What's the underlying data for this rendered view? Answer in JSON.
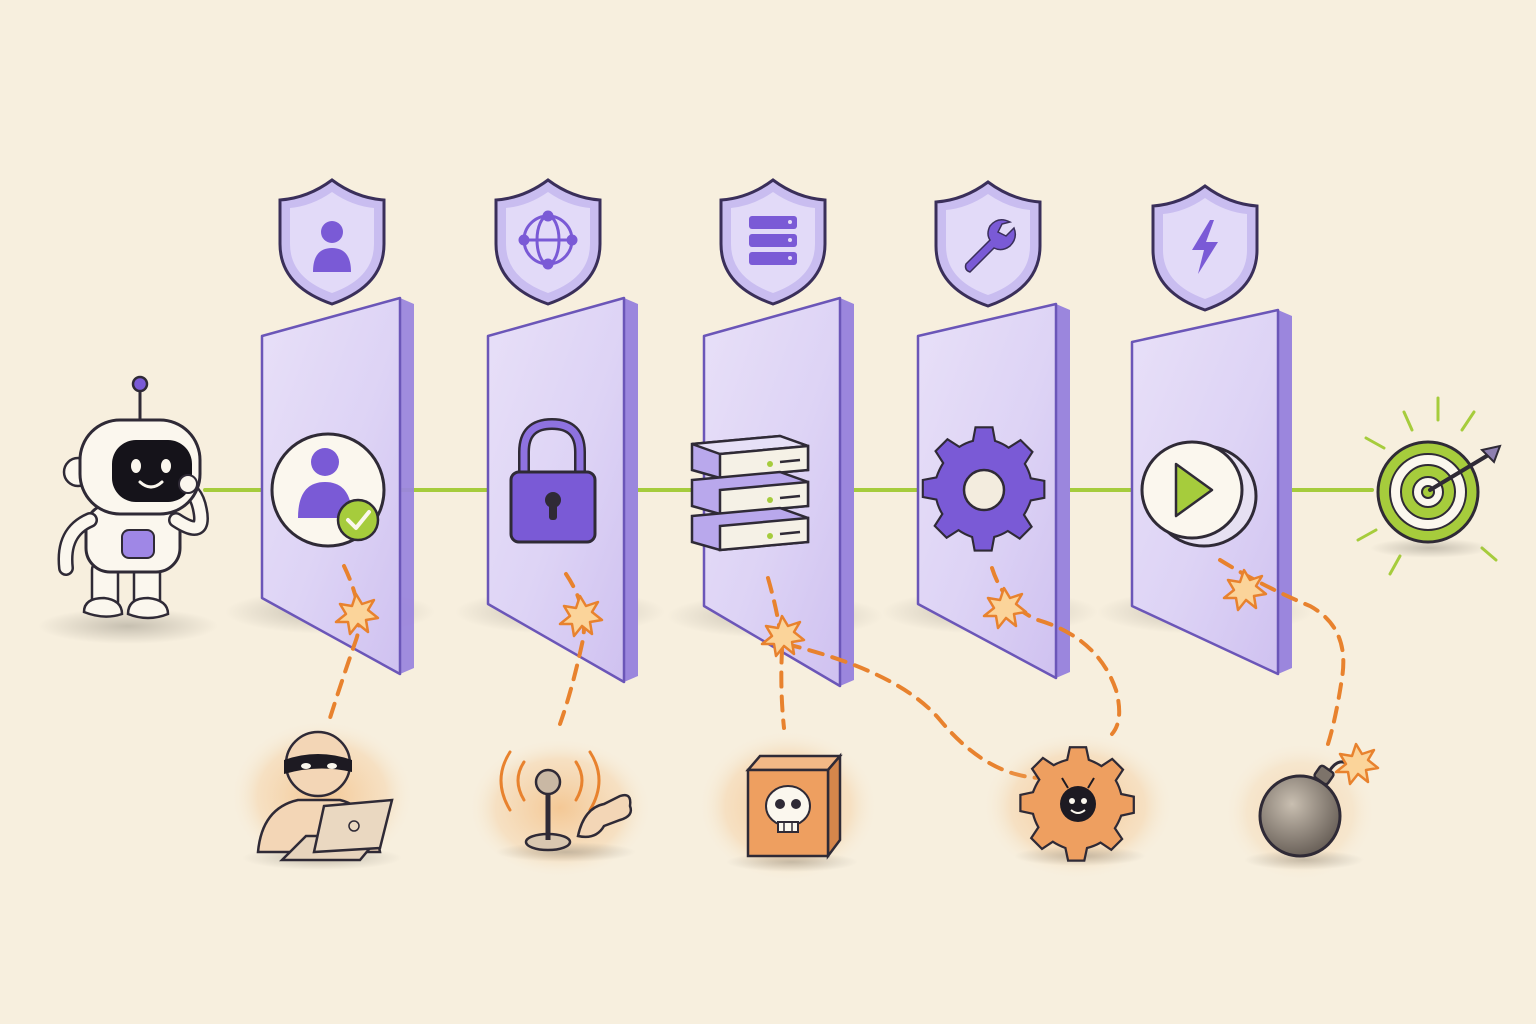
{
  "colors": {
    "background": "#f7efde",
    "accent_purple": "#7a5ad6",
    "purple_light": "#ddd3f6",
    "path_green": "#a6cc3c",
    "threat_orange": "#e8822e",
    "ink": "#2f2a36"
  },
  "agent": {
    "icon": "robot-icon"
  },
  "goal": {
    "icon": "target-icon"
  },
  "layers": [
    {
      "shield_icon": "user-icon",
      "gate_icon": "verified-user-icon"
    },
    {
      "shield_icon": "network-globe-icon",
      "gate_icon": "padlock-icon"
    },
    {
      "shield_icon": "server-stack-icon",
      "gate_icon": "server-stack-icon"
    },
    {
      "shield_icon": "wrench-icon",
      "gate_icon": "gear-icon"
    },
    {
      "shield_icon": "lightning-icon",
      "gate_icon": "play-button-icon"
    }
  ],
  "threats": [
    {
      "icon": "masked-hacker-icon",
      "targets_layer": 1
    },
    {
      "icon": "joystick-hijack-icon",
      "targets_layer": 2
    },
    {
      "icon": "poison-skull-box-icon",
      "targets_layer": 3
    },
    {
      "icon": "malware-gear-icon",
      "targets_layer": 3
    },
    {
      "icon": "bomb-icon",
      "targets_layer": 5
    }
  ]
}
